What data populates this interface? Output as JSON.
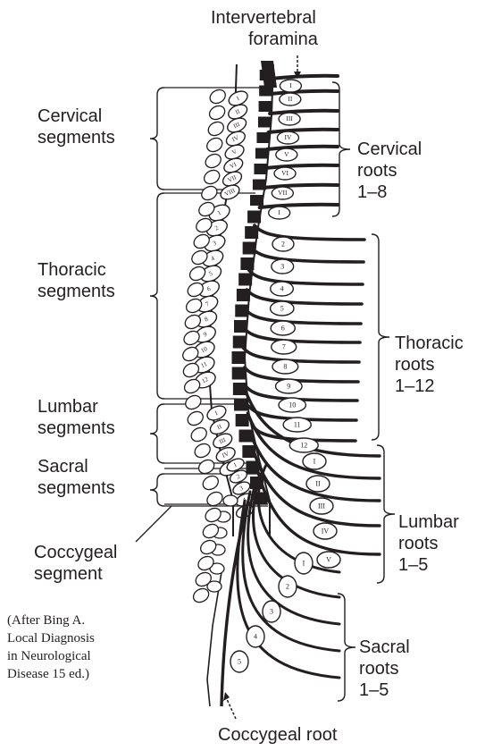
{
  "labels": {
    "foramina": [
      "Intervertebral",
      "foramina"
    ],
    "cervical_segments": [
      "Cervical",
      "segments"
    ],
    "thoracic_segments": [
      "Thoracic",
      "segments"
    ],
    "lumbar_segments": [
      "Lumbar",
      "segments"
    ],
    "sacral_segments": [
      "Sacral",
      "segments"
    ],
    "coccygeal_segment": [
      "Coccygeal",
      "segment"
    ],
    "cervical_roots": [
      "Cervical",
      "roots",
      "1–8"
    ],
    "thoracic_roots": [
      "Thoracic",
      "roots",
      "1–12"
    ],
    "lumbar_roots": [
      "Lumbar",
      "roots",
      "1–5"
    ],
    "sacral_roots": [
      "Sacral",
      "roots",
      "1–5"
    ],
    "coccygeal_root": "Coccygeal root"
  },
  "citation": [
    "(After Bing A.",
    "Local Diagnosis",
    "in Neurological",
    "Disease 15 ed.)"
  ],
  "vertebra_labels": {
    "cervical": [
      "I",
      "II",
      "III",
      "IV",
      "V",
      "VI",
      "VII",
      "I"
    ],
    "thoracic": [
      "2",
      "3",
      "4",
      "5",
      "6",
      "7",
      "8",
      "9",
      "10",
      "11",
      "12"
    ],
    "lumbar": [
      "I",
      "II",
      "III",
      "IV",
      "V"
    ],
    "sacral": [
      "I",
      "2",
      "3",
      "4",
      "5"
    ]
  },
  "segment_labels": {
    "cervical": [
      "I",
      "II",
      "III",
      "IV",
      "V",
      "VI",
      "VII",
      "VIII"
    ],
    "thoracic": [
      "1",
      "2",
      "3",
      "4",
      "5",
      "6",
      "7",
      "8",
      "9",
      "10",
      "11",
      "12"
    ],
    "lumbar": [
      "I",
      "II",
      "III",
      "IV",
      "V"
    ],
    "sacral": [
      "I",
      "2",
      "3",
      "4",
      "5"
    ]
  },
  "colors": {
    "ink": "#231f20",
    "background": "#ffffff"
  }
}
